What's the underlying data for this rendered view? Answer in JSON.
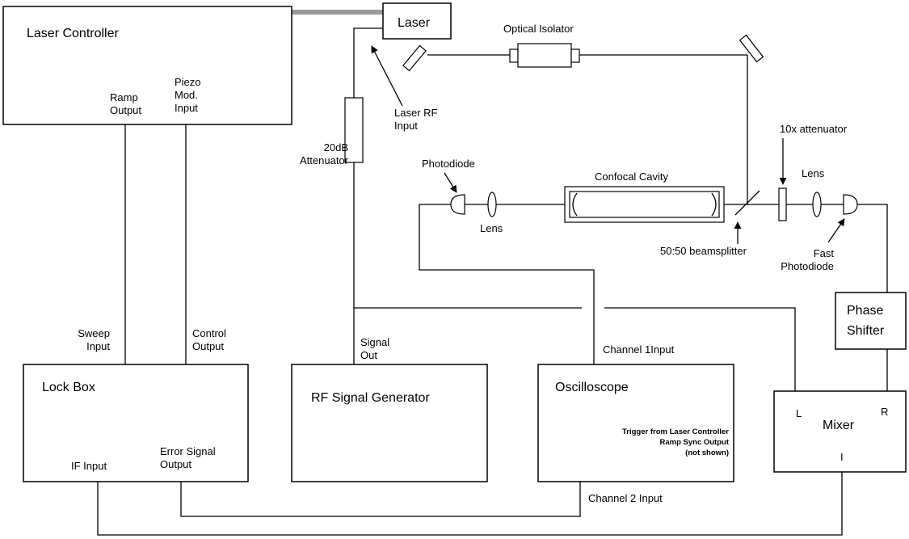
{
  "boxes": {
    "laser_controller": "Laser Controller",
    "laser": "Laser",
    "lock_box": "Lock Box",
    "rf_signal_generator": "RF Signal Generator",
    "oscilloscope": "Oscilloscope",
    "phase_shifter_line1": "Phase",
    "phase_shifter_line2": "Shifter",
    "mixer": "Mixer"
  },
  "ports": {
    "ramp_output": [
      "Ramp",
      "Output"
    ],
    "piezo_mod_input": [
      "Piezo",
      "Mod.",
      "Input"
    ],
    "laser_rf_input": [
      "Laser RF",
      "Input"
    ],
    "attenuator_20db": [
      "20dB",
      "Attenuator"
    ],
    "sweep_input": [
      "Sweep",
      "Input"
    ],
    "control_output": [
      "Control",
      "Output"
    ],
    "signal_out": [
      "Signal",
      "Out"
    ],
    "channel1_input": "Channel 1Input",
    "if_input": "IF Input",
    "error_signal_output": [
      "Error Signal",
      "Output"
    ],
    "channel2_input": "Channel 2 Input",
    "mixer_l": "L",
    "mixer_r": "R",
    "mixer_i": "I"
  },
  "optics": {
    "optical_isolator": "Optical Isolator",
    "photodiode": "Photodiode",
    "lens_left": "Lens",
    "confocal_cavity": "Confocal Cavity",
    "beamsplitter": "50:50 beamsplitter",
    "attenuator_10x": "10x attenuator",
    "lens_right": "Lens",
    "fast_photodiode": [
      "Fast",
      "Photodiode"
    ]
  },
  "notes": {
    "trigger": [
      "Trigger from Laser Controller",
      "Ramp Sync Output",
      "(not shown)"
    ]
  }
}
